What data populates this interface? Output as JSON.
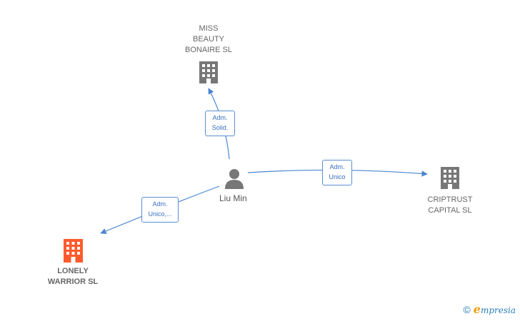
{
  "nodes": {
    "miss_beauty": {
      "lines": [
        "MISS",
        "BEAUTY",
        "BONAIRE  SL"
      ],
      "icon": "building-icon",
      "color": "#777777"
    },
    "criptrust": {
      "lines": [
        "CRIPTRUST",
        "CAPITAL  SL"
      ],
      "icon": "building-icon",
      "color": "#777777"
    },
    "lonely_warrior": {
      "lines": [
        "LONELY",
        "WARRIOR  SL"
      ],
      "icon": "building-icon",
      "color": "#ff5a2c"
    },
    "person": {
      "name": "Liu Min",
      "icon": "person-icon",
      "color": "#777777"
    }
  },
  "edges": {
    "to_miss_beauty": {
      "lines": [
        "Adm.",
        "Solid."
      ]
    },
    "to_criptrust": {
      "lines": [
        "Adm.",
        "Unico"
      ]
    },
    "to_lonely_warrior": {
      "lines": [
        "Adm.",
        "Unico,..."
      ]
    }
  },
  "colors": {
    "edge": "#4a86d0",
    "label_text": "#3a6fbf"
  },
  "brand": {
    "copyright": "©",
    "e": "e",
    "name": "mpresia"
  }
}
